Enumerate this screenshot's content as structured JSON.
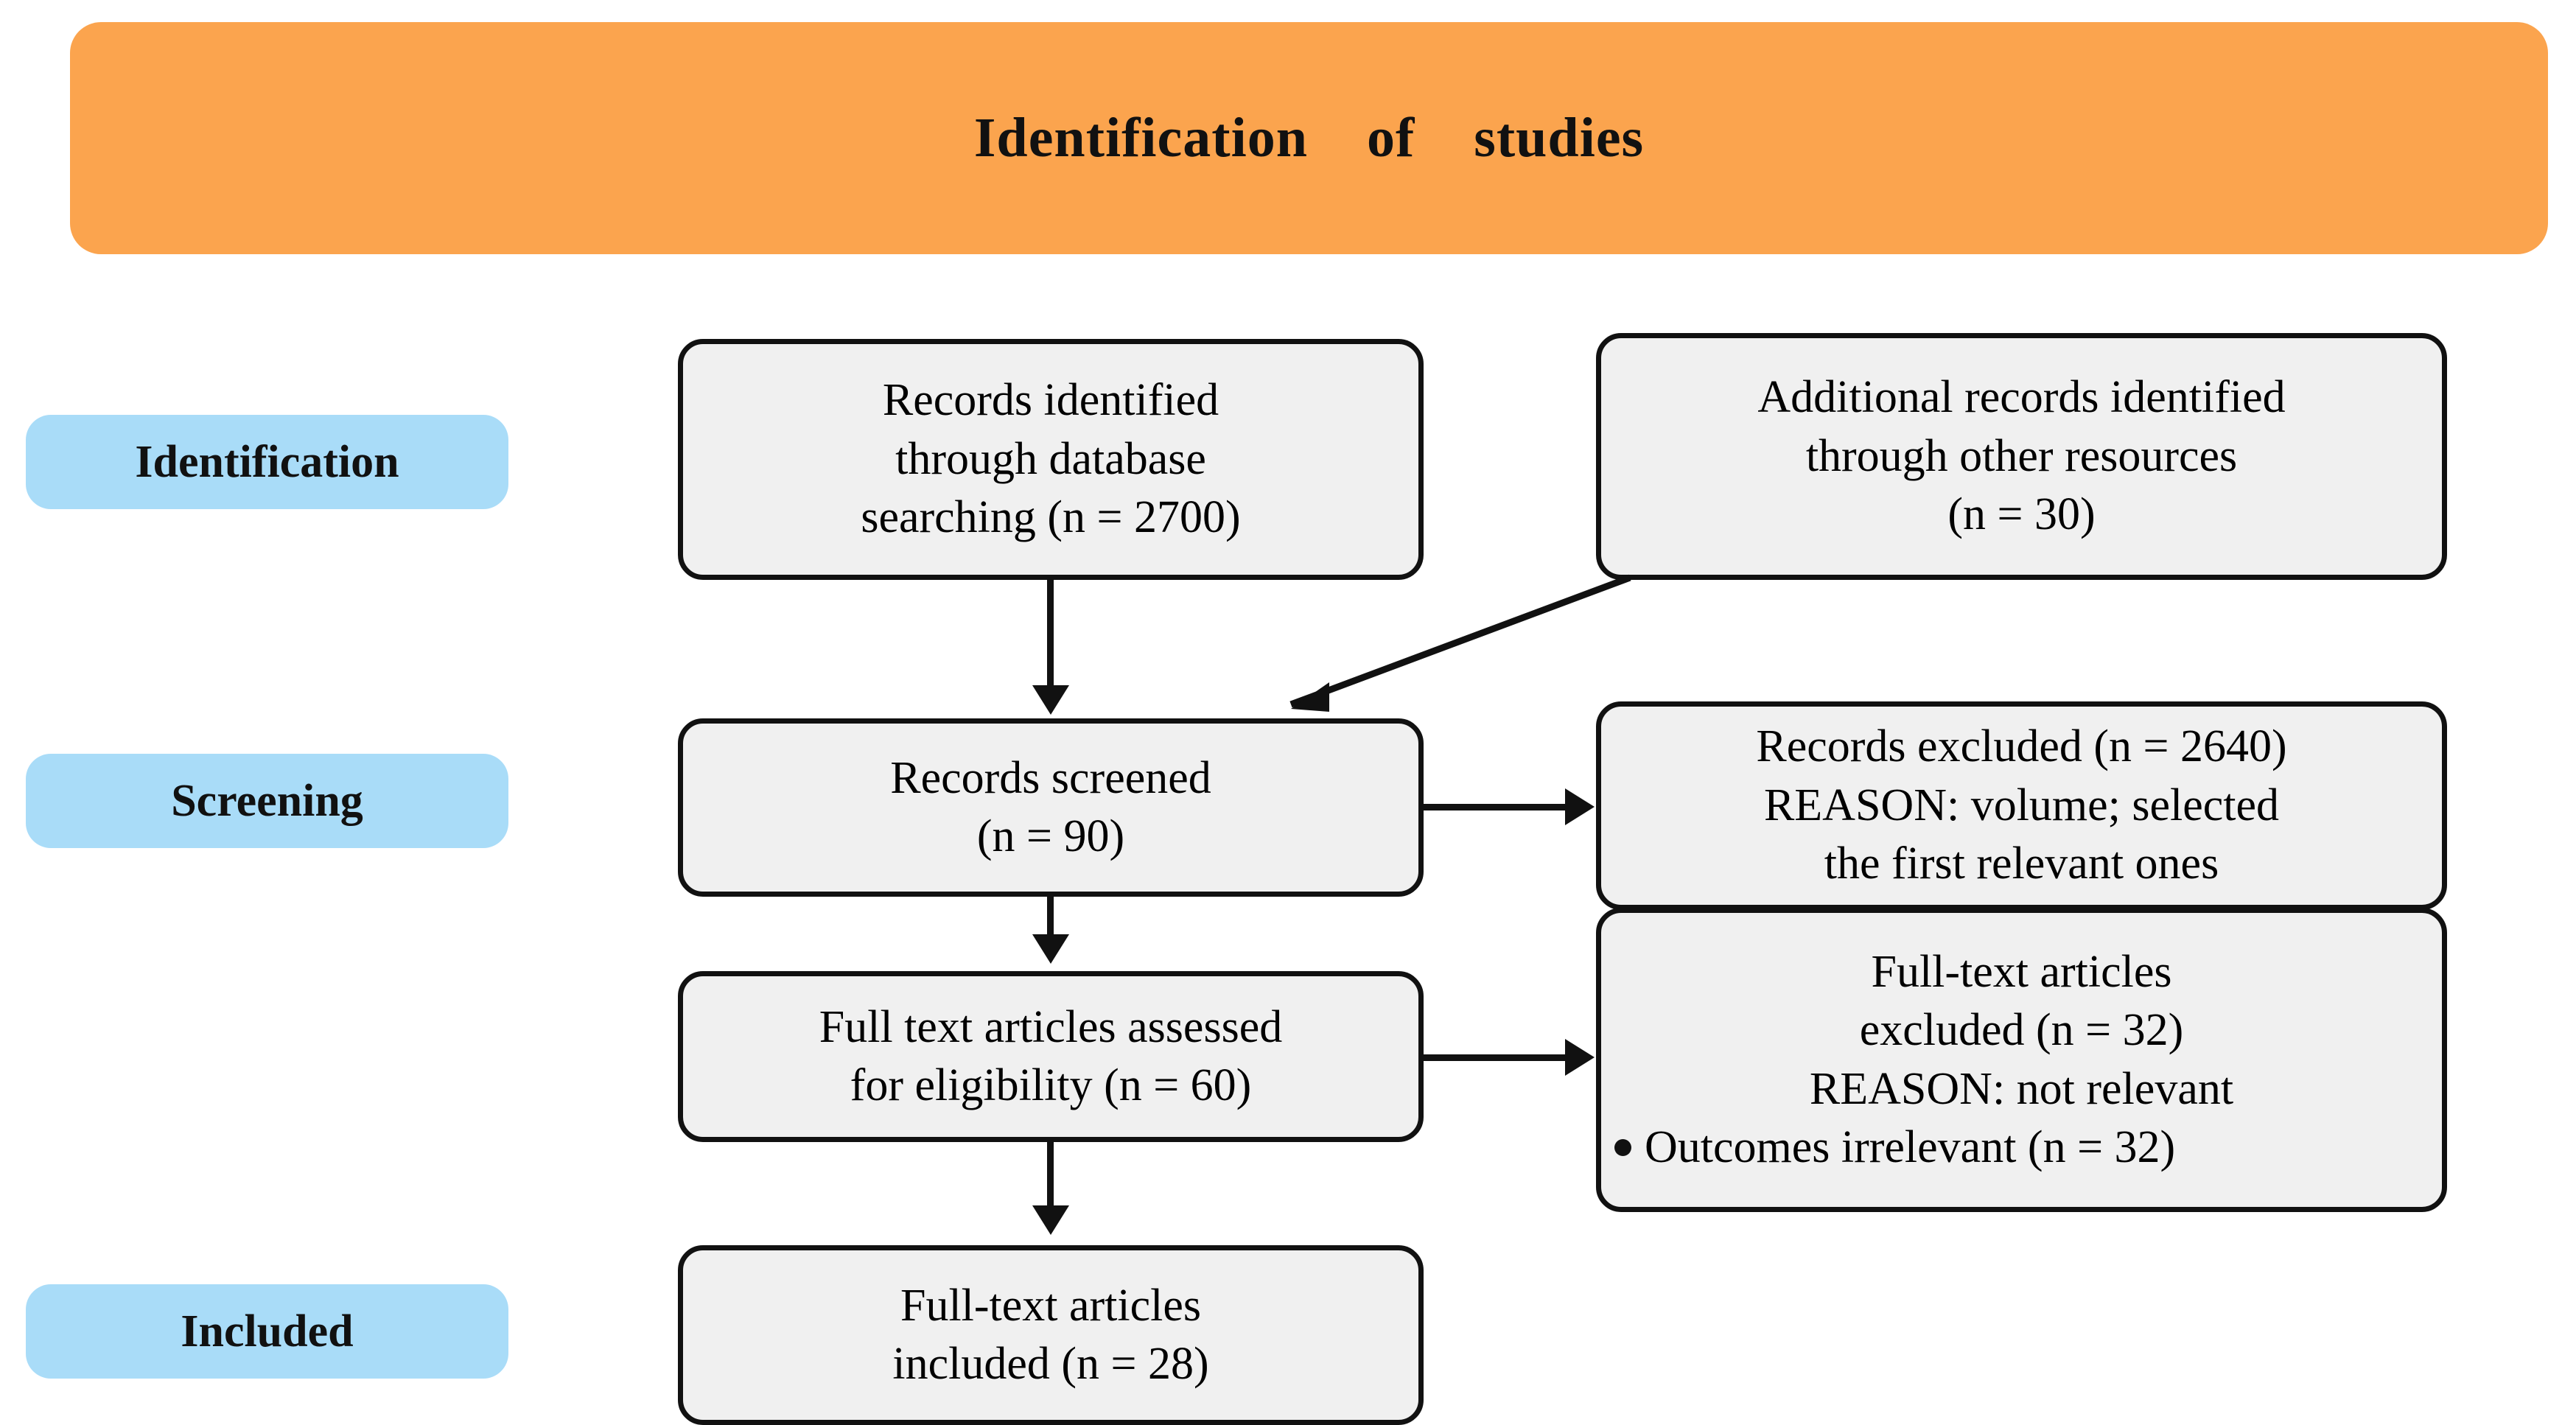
{
  "header": {
    "title": "Identification    of    studies",
    "color": "#fba44e"
  },
  "stages": {
    "color": "#a9dcf8",
    "items": [
      {
        "key": "identification",
        "label": "Identification"
      },
      {
        "key": "screening",
        "label": "Screening"
      },
      {
        "key": "included",
        "label": "Included"
      }
    ]
  },
  "boxes": {
    "fill": "#f0f0f0",
    "border": "#111111",
    "records_identified": {
      "lines": [
        "Records identified",
        "through database",
        "searching (n = 2700)"
      ]
    },
    "additional_records": {
      "lines": [
        "Additional records identified",
        "through other resources",
        "(n = 30)"
      ]
    },
    "records_screened": {
      "lines": [
        "Records screened",
        "(n = 90)"
      ]
    },
    "records_excluded": {
      "lines": [
        "Records excluded (n = 2640)",
        "REASON: volume; selected",
        "the first relevant ones"
      ]
    },
    "fulltext_assessed": {
      "lines": [
        "Full text articles assessed",
        "for eligibility (n = 60)"
      ]
    },
    "fulltext_excluded": {
      "lines": [
        "Full-text articles",
        "excluded (n = 32)",
        "REASON: not relevant"
      ],
      "bullet": "Outcomes irrelevant (n = 32)"
    },
    "fulltext_included": {
      "lines": [
        "Full-text articles",
        "included (n = 28)"
      ]
    }
  },
  "flow_data": {
    "type": "prisma-flow-diagram",
    "counts": {
      "records_identified_database": 2700,
      "records_identified_other": 30,
      "records_screened": 90,
      "records_excluded": 2640,
      "fulltext_assessed": 60,
      "fulltext_excluded": 32,
      "fulltext_excluded_outcomes_irrelevant": 32,
      "fulltext_included": 28
    },
    "edges": [
      {
        "from": "records_identified",
        "to": "records_screened",
        "style": "vertical-arrow"
      },
      {
        "from": "additional_records",
        "to": "records_screened",
        "style": "diagonal-arrow"
      },
      {
        "from": "records_screened",
        "to": "records_excluded",
        "style": "horizontal-arrow"
      },
      {
        "from": "records_screened",
        "to": "fulltext_assessed",
        "style": "vertical-arrow"
      },
      {
        "from": "fulltext_assessed",
        "to": "fulltext_excluded",
        "style": "horizontal-arrow"
      },
      {
        "from": "fulltext_assessed",
        "to": "fulltext_included",
        "style": "vertical-arrow"
      }
    ]
  }
}
